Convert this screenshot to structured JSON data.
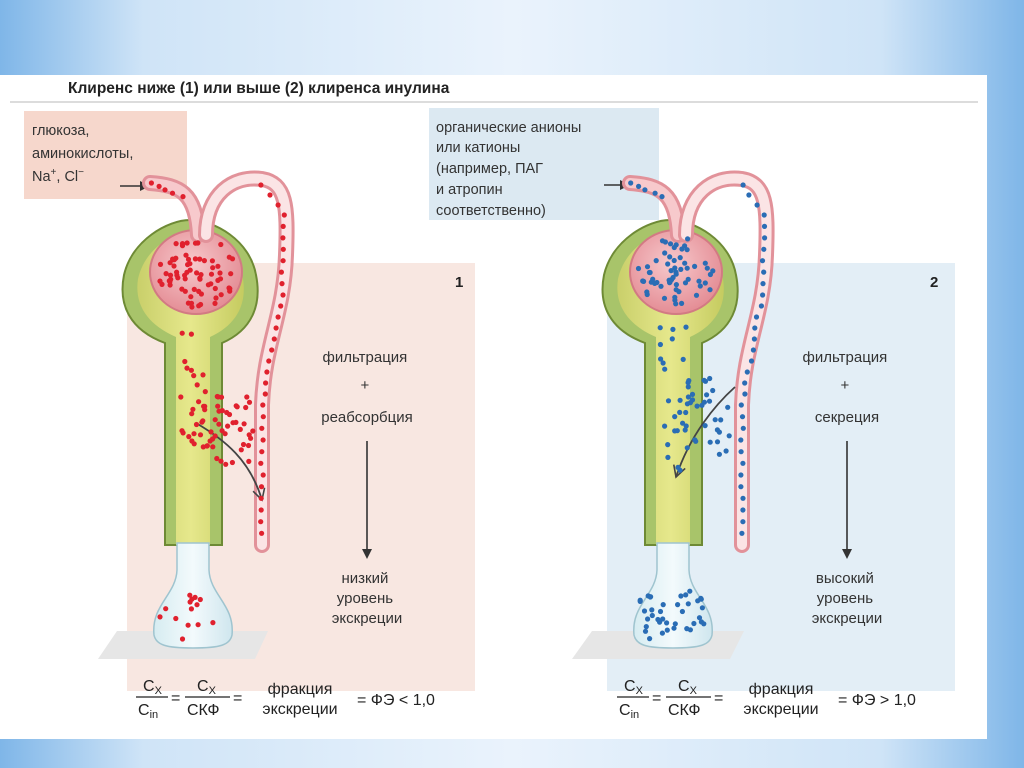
{
  "title": "Клиренс ниже (1) или выше (2) клиренса инулина",
  "left_panel": {
    "number": "1",
    "input_lines": [
      "глюкоза,",
      "аминокислоты,",
      "Na",
      "+",
      ", Cl",
      "−"
    ],
    "process_lines": [
      "фильтрация",
      "+",
      "реабсорбция"
    ],
    "result_lines": [
      "низкий",
      "уровень",
      "экскреции"
    ],
    "formula": {
      "num1": "C",
      "num1_sub": "X",
      "den1": "C",
      "den1_sub": "in",
      "num2": "C",
      "num2_sub": "X",
      "den2": "СКФ",
      "eq": "=",
      "label_lines": [
        "фракция",
        "экскреции"
      ],
      "result": "= ФЭ < 1,0"
    },
    "dot_color": "#e0212e",
    "panel_color": "#f8e7e1"
  },
  "right_panel": {
    "number": "2",
    "input_lines": [
      "органические анионы",
      "или катионы",
      "(например, ПАГ",
      "и атропин",
      "соответственно)"
    ],
    "process_lines": [
      "фильтрация",
      "+",
      "секреция"
    ],
    "result_lines": [
      "высокий",
      "уровень",
      "экскреции"
    ],
    "formula": {
      "num1": "C",
      "num1_sub": "X",
      "den1": "C",
      "den1_sub": "in",
      "num2": "C",
      "num2_sub": "X",
      "den2": "СКФ",
      "eq": "=",
      "label_lines": [
        "фракция",
        "экскреции"
      ],
      "result": "= ФЭ > 1,0"
    },
    "dot_color": "#2a6db5",
    "panel_color": "#e3eef6"
  }
}
